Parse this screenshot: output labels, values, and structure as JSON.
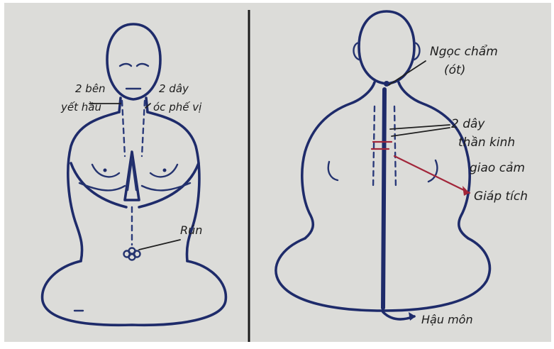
{
  "left_figure": {
    "label_throat_line1": "2 bên",
    "label_throat_line2": "yết hầu",
    "label_nerve_line1": "2 dây",
    "label_nerve_line2": "óc phế vị",
    "label_navel": "Rún"
  },
  "right_figure": {
    "label_nape_line1": "Ngọc chẩm",
    "label_nape_line2": "(ót)",
    "label_sympathetic_line1": "2 dây",
    "label_sympathetic_line2": "thần kinh",
    "label_sympathetic_line3": "giao cảm",
    "label_spine": "Giáp tích",
    "label_anus": "Hậu môn"
  },
  "colors": {
    "paper": "#dcdcd9",
    "ink_blue": "#1e2b6a",
    "ink_black": "#202020",
    "ink_red": "#a2263a"
  }
}
